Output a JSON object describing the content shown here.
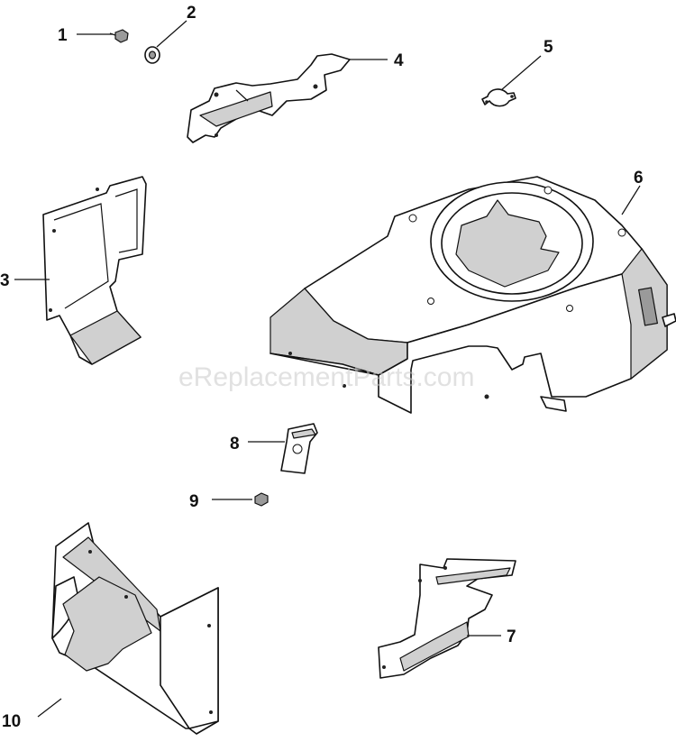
{
  "watermark": "eReplacementParts.com",
  "callouts": [
    "1",
    "2",
    "3",
    "4",
    "5",
    "6",
    "7",
    "8",
    "9",
    "10"
  ]
}
